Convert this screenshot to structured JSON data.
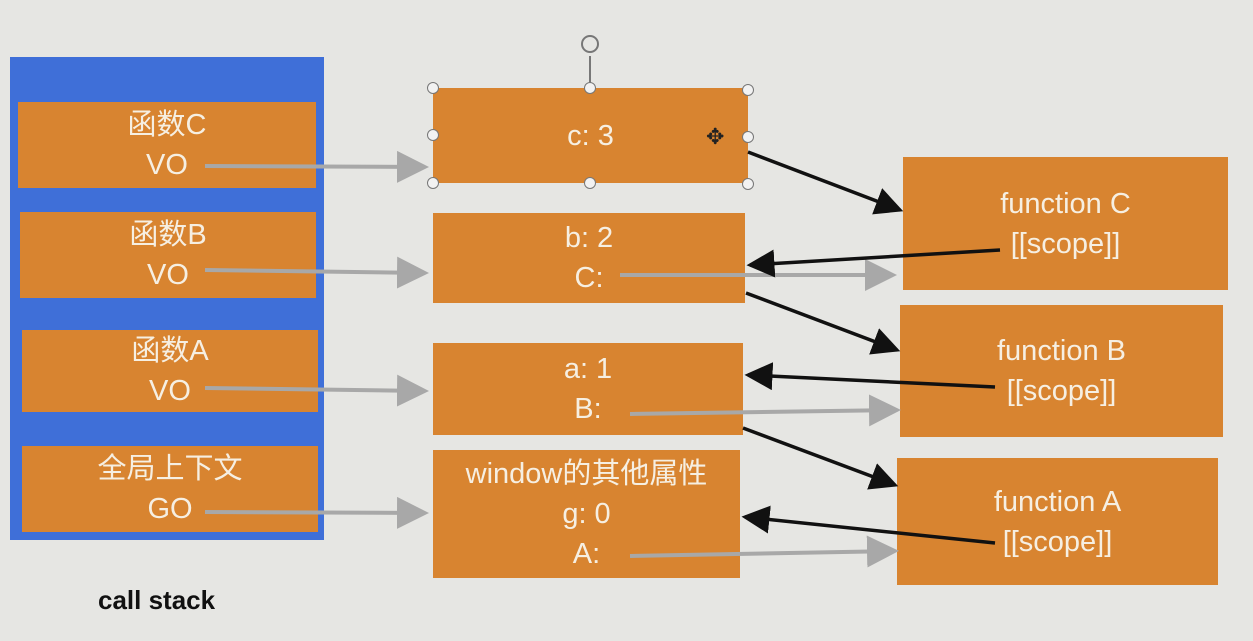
{
  "call_stack": {
    "label": "call stack",
    "frames": [
      {
        "title": "函数C",
        "ref": "VO"
      },
      {
        "title": "函数B",
        "ref": "VO"
      },
      {
        "title": "函数A",
        "ref": "VO"
      },
      {
        "title": "全局上下文",
        "ref": "GO"
      }
    ]
  },
  "variable_objects": [
    {
      "lines": [
        "c: 3"
      ]
    },
    {
      "lines": [
        "b: 2",
        "C:"
      ]
    },
    {
      "lines": [
        "a: 1",
        "B:"
      ]
    },
    {
      "lines": [
        "window的其他属性",
        "g: 0",
        "A:"
      ]
    }
  ],
  "functions": [
    {
      "name": "function C",
      "scope": "[[scope]]"
    },
    {
      "name": "function B",
      "scope": "[[scope]]"
    },
    {
      "name": "function A",
      "scope": "[[scope]]"
    }
  ],
  "colors": {
    "stack": "#3f6fd8",
    "box": "#d88430",
    "text": "#f6efe2",
    "arrow_gray": "#a8a8a8",
    "arrow_black": "#111111"
  }
}
